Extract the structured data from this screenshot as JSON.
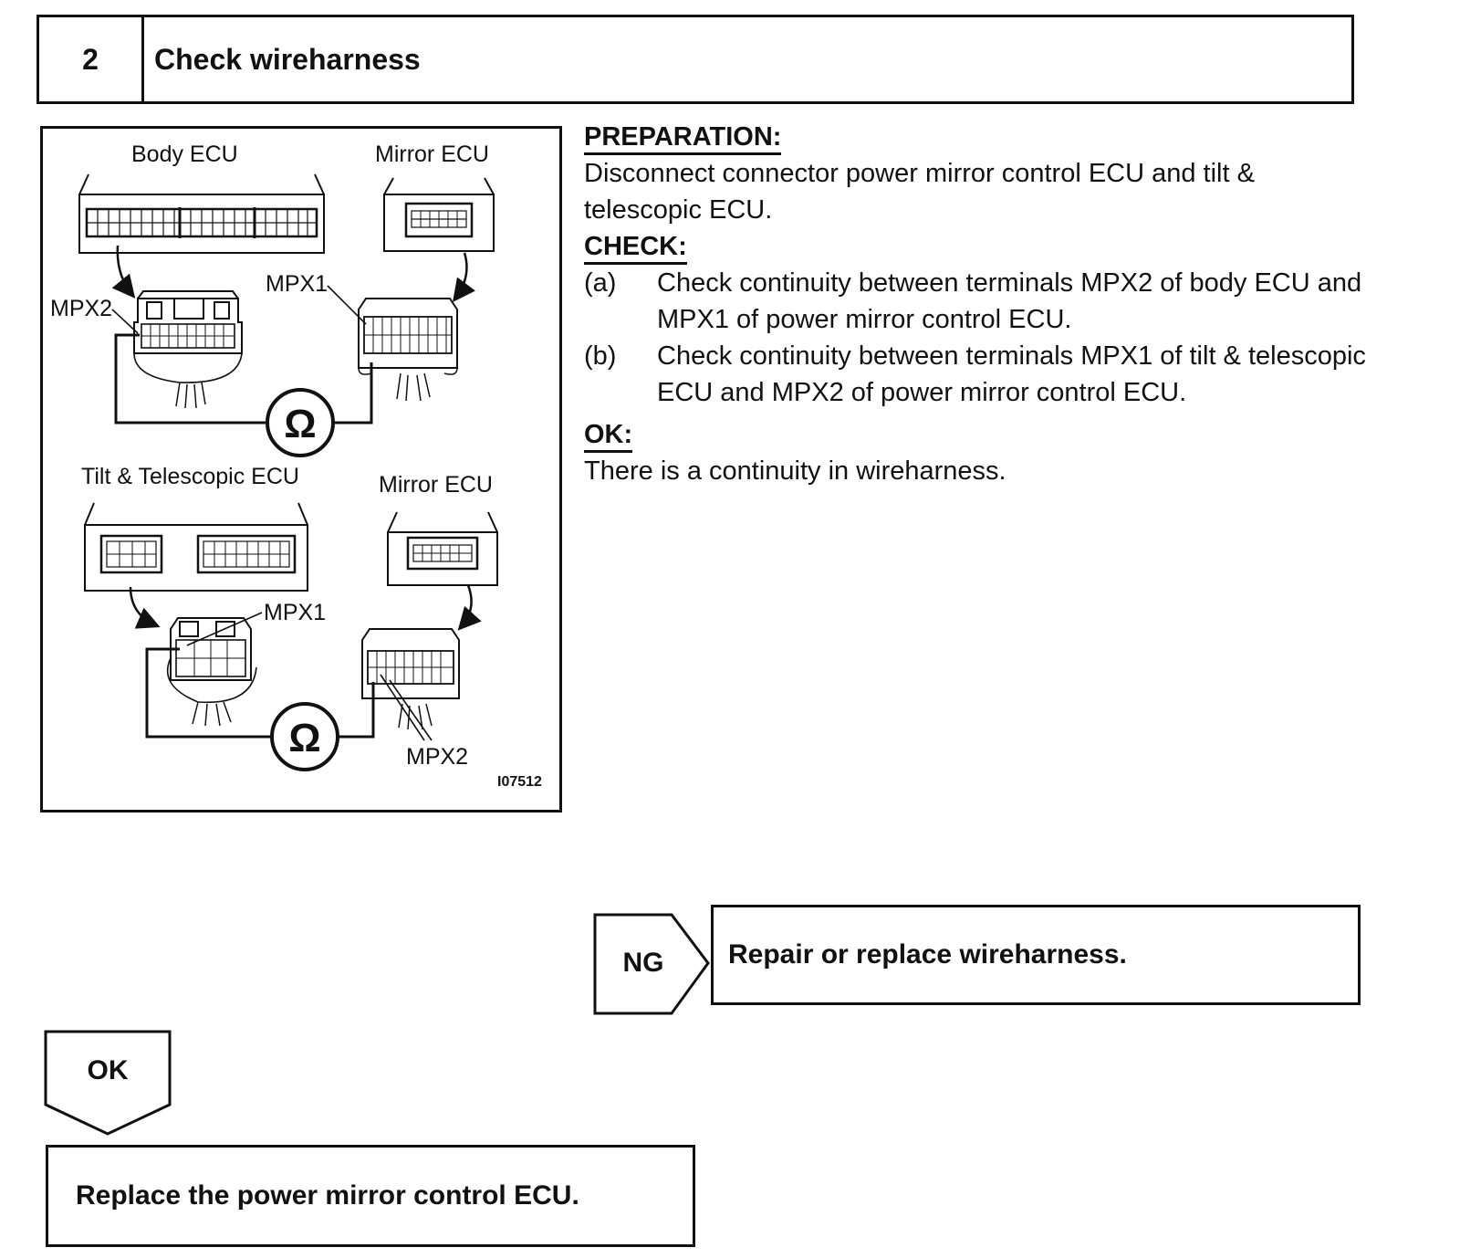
{
  "header": {
    "step_number": "2",
    "title": "Check wireharness"
  },
  "figure": {
    "labels": {
      "body_ecu": "Body ECU",
      "mirror_ecu_top": "Mirror ECU",
      "mpx2_top": "MPX2",
      "mpx1_top": "MPX1",
      "tilt_ecu": "Tilt & Telescopic ECU",
      "mirror_ecu_bottom": "Mirror ECU",
      "mpx1_bottom": "MPX1",
      "mpx2_bottom": "MPX2",
      "ohm_symbol": "Ω",
      "figure_code": "I07512"
    }
  },
  "content": {
    "preparation_heading": "PREPARATION:",
    "preparation_text": "Disconnect connector power mirror control ECU and tilt & telescopic ECU.",
    "check_heading": "CHECK:",
    "check_items": [
      {
        "label": "(a)",
        "text": "Check continuity between terminals MPX2 of body ECU and MPX1 of power mirror control ECU."
      },
      {
        "label": "(b)",
        "text": "Check continuity between terminals MPX1 of tilt & telescopic ECU and MPX2 of power mirror control ECU."
      }
    ],
    "ok_heading": "OK:",
    "ok_text": "There is a continuity in wireharness."
  },
  "flow": {
    "ng_label": "NG",
    "ng_action": "Repair or replace wireharness.",
    "ok_label": "OK",
    "ok_action": "Replace the power mirror control ECU."
  }
}
